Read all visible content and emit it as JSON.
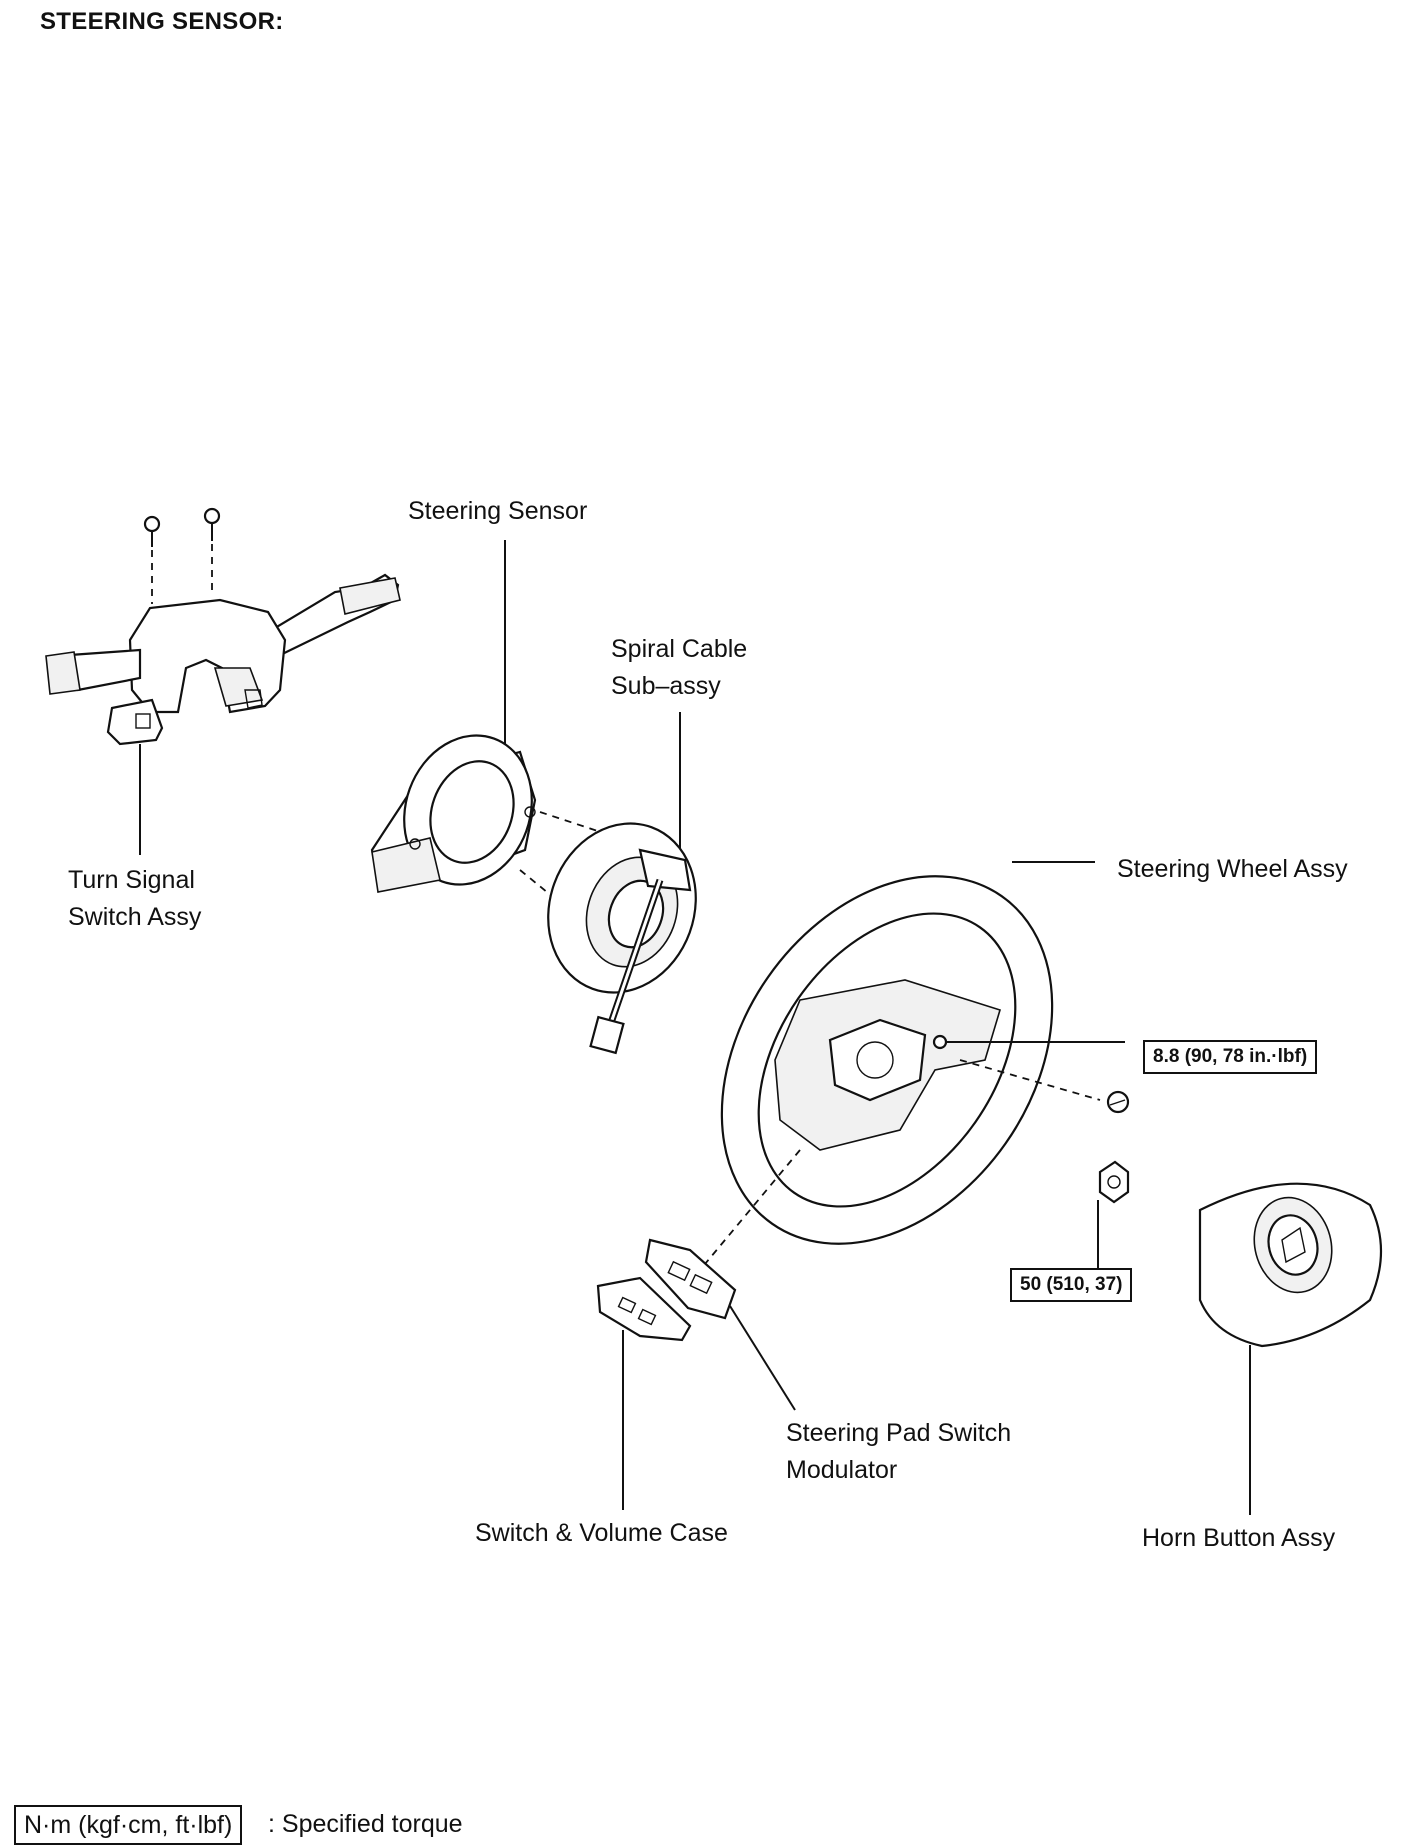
{
  "title": "STEERING SENSOR:",
  "labels": {
    "steering_sensor": "Steering Sensor",
    "spiral_cable_1": "Spiral Cable",
    "spiral_cable_2": "Sub–assy",
    "turn_signal_1": "Turn Signal",
    "turn_signal_2": "Switch Assy",
    "steering_wheel": "Steering Wheel Assy",
    "pad_switch_1": "Steering Pad Switch",
    "pad_switch_2": "Modulator",
    "volume_case": "Switch & Volume Case",
    "horn_button": "Horn Button Assy"
  },
  "torque": {
    "wheel_bolt": "8.8 (90, 78 in.·lbf)",
    "nut": "50 (510, 37)"
  },
  "legend": {
    "box": "N·m (kgf·cm, ft·lbf)",
    "text": ": Specified torque"
  }
}
